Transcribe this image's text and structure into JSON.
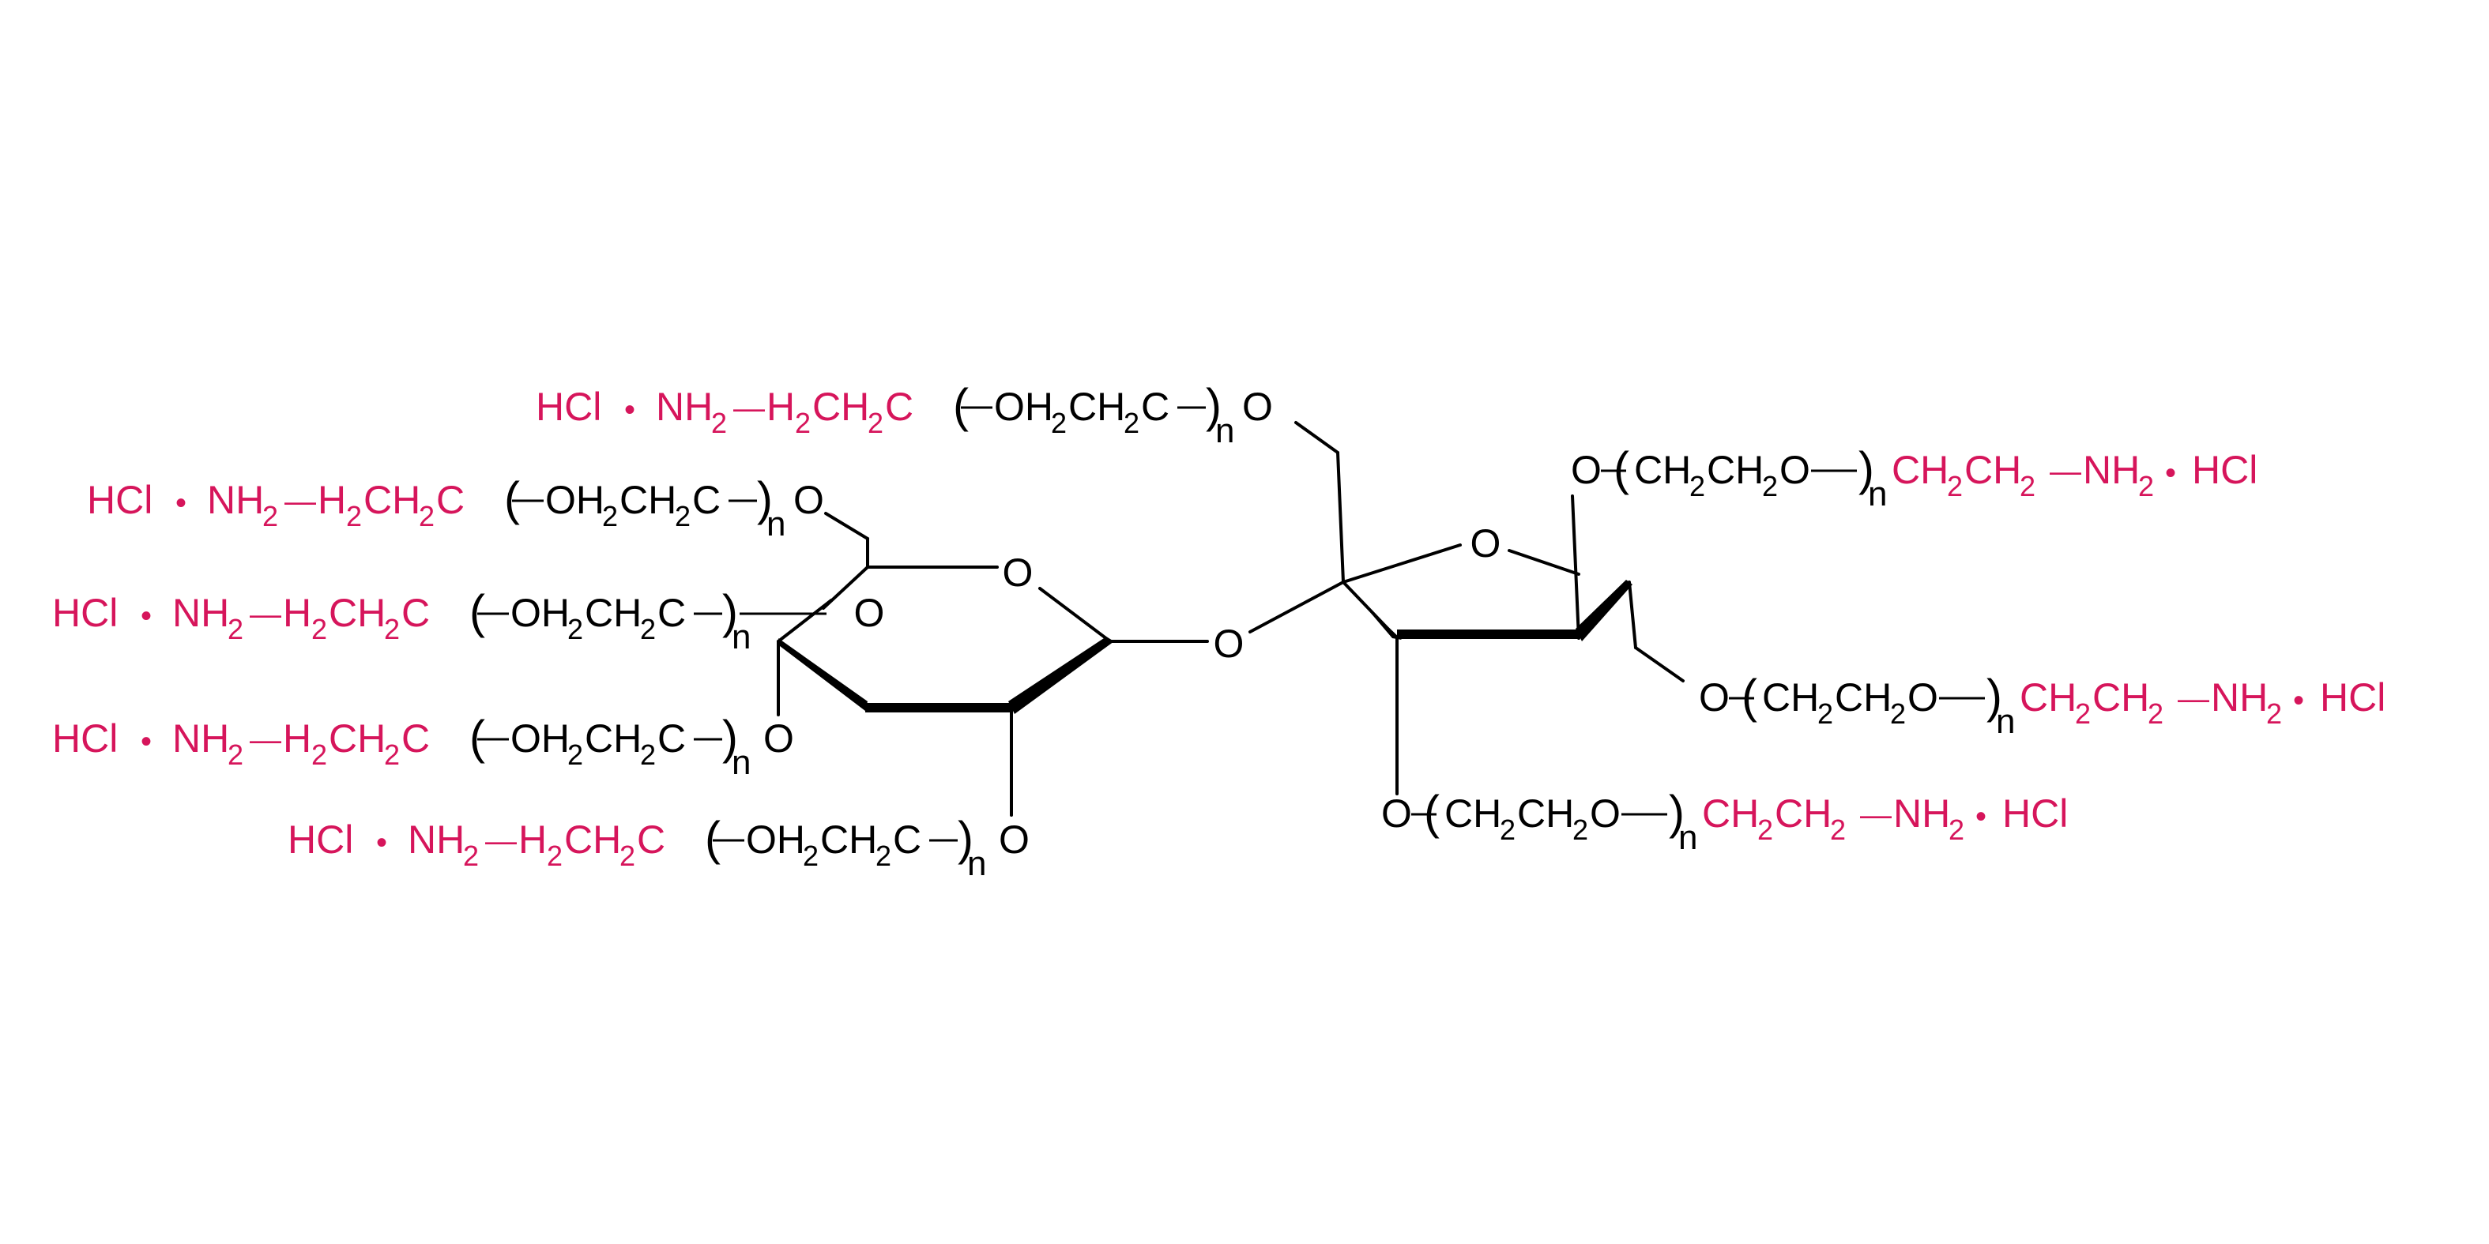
{
  "colors": {
    "black": "#000000",
    "red": "#d6155b"
  },
  "arm_prefix": {
    "hcl": "HCl",
    "dot": "•",
    "nh": "NH",
    "sub2": "2",
    "dash": "—",
    "h": "H",
    "ch2c": "CH",
    "c": "C"
  },
  "peg_left": {
    "open_paren": "(",
    "oh": "OH",
    "sub2": "2",
    "ch2c": "CH",
    "c": "C",
    "close_paren": ")",
    "n": "n"
  },
  "peg_right": {
    "open_paren": "(",
    "ch": "CH",
    "sub2": "2",
    "o": "O",
    "close_paren": ")",
    "n": "n"
  },
  "arm_suffix": {
    "ch": "CH",
    "sub2": "2",
    "dash": "—",
    "nh": "NH",
    "dot": "•",
    "hcl": "HCl"
  },
  "atoms": {
    "o": "O"
  }
}
